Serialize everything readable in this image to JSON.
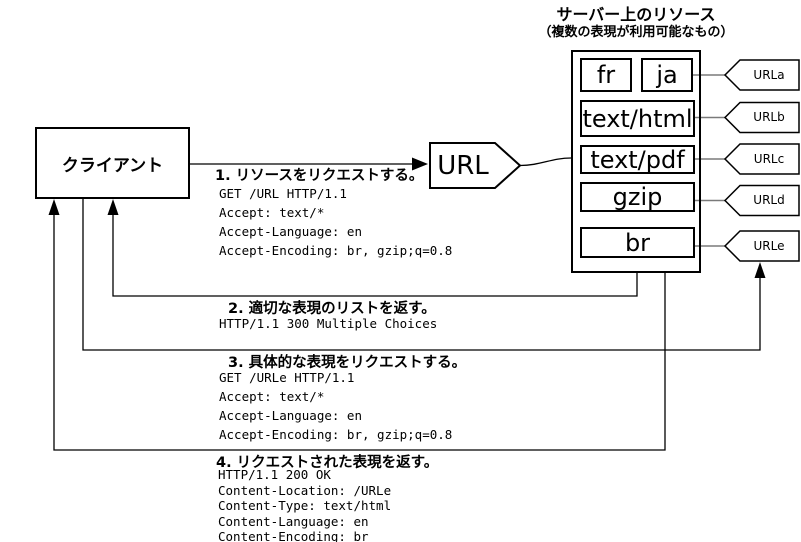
{
  "header": {
    "title": "サーバー上のリソース",
    "subtitle": "（複数の表現が利用可能なもの）"
  },
  "client": {
    "label": "クライアント"
  },
  "url_node": {
    "label": "URL"
  },
  "server": {
    "representations": [
      {
        "label": "fr"
      },
      {
        "label": "ja"
      },
      {
        "label": "text/html"
      },
      {
        "label": "text/pdf"
      },
      {
        "label": "gzip"
      },
      {
        "label": "br"
      }
    ],
    "urls": [
      "URLa",
      "URLb",
      "URLc",
      "URLd",
      "URLe"
    ]
  },
  "messages": [
    {
      "title": "1. リソースをリクエストする。",
      "lines": [
        "GET /URL HTTP/1.1",
        "Accept: text/*",
        "Accept-Language: en",
        "Accept-Encoding: br, gzip;q=0.8"
      ]
    },
    {
      "title": "2. 適切な表現のリストを返す。",
      "lines": [
        "HTTP/1.1 300 Multiple Choices"
      ]
    },
    {
      "title": "3. 具体的な表現をリクエストする。",
      "lines": [
        "GET /URLe HTTP/1.1",
        "Accept: text/*",
        "Accept-Language: en",
        "Accept-Encoding: br, gzip;q=0.8"
      ]
    },
    {
      "title": "4. リクエストされた表現を返す。",
      "lines": [
        "HTTP/1.1 200 OK",
        "Content-Location: /URLe",
        "Content-Type: text/html",
        "Content-Language: en",
        "Content-Encoding: br"
      ]
    }
  ],
  "colors": {
    "line": "#000000",
    "connector": "#7a7a7a",
    "background": "#ffffff"
  }
}
